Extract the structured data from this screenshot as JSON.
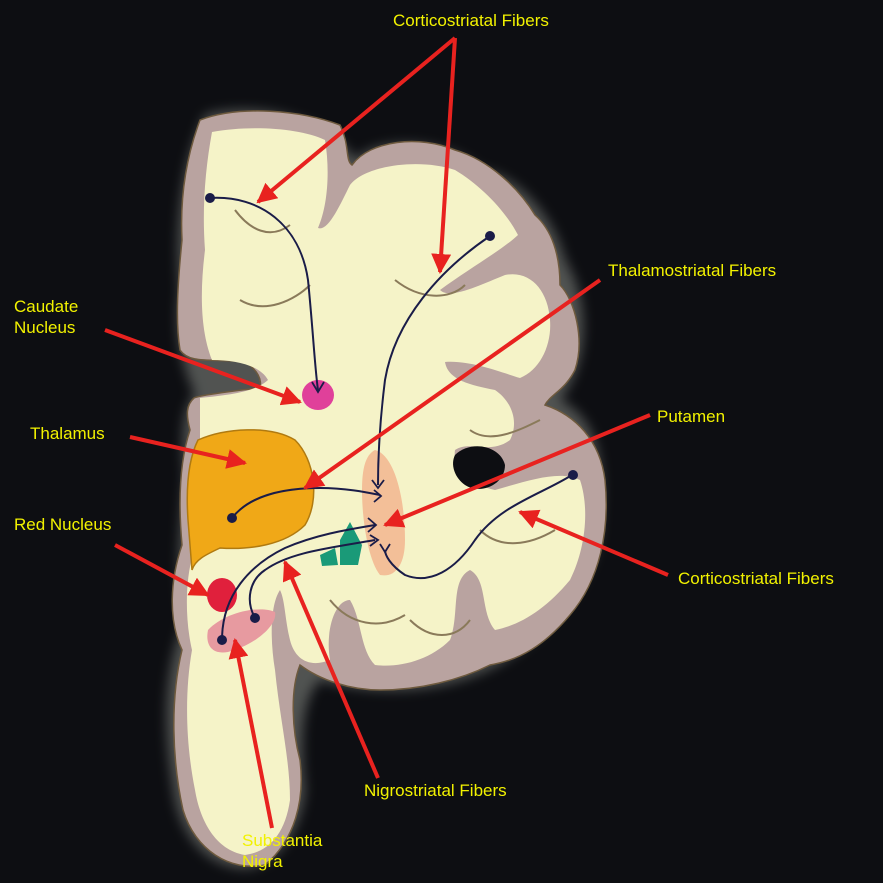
{
  "labels": {
    "corticostriatal_top": "Corticostriatal Fibers",
    "thalamostriatal": "Thalamostriatal Fibers",
    "caudate_line1": "Caudate",
    "caudate_line2": "Nucleus",
    "thalamus": "Thalamus",
    "putamen": "Putamen",
    "red_nucleus": "Red Nucleus",
    "corticostriatal_right": "Corticostriatal Fibers",
    "nigrostriatal": "Nigrostriatal Fibers",
    "substantia_line1": "Substantia",
    "substantia_line2": "Nigra"
  },
  "colors": {
    "background": "#0d0e12",
    "label_text": "#f2f200",
    "arrow": "#e8221f",
    "white_matter": "#f5f3c8",
    "cortex": "#b9a3a0",
    "thalamus": "#f0a817",
    "caudate": "#e0409a",
    "putamen": "#f3bf98",
    "red_nucleus": "#e0203c",
    "substantia_nigra": "#e79aa0",
    "globus_pallidus": "#1a9a78",
    "fiber": "#1a1c48"
  }
}
